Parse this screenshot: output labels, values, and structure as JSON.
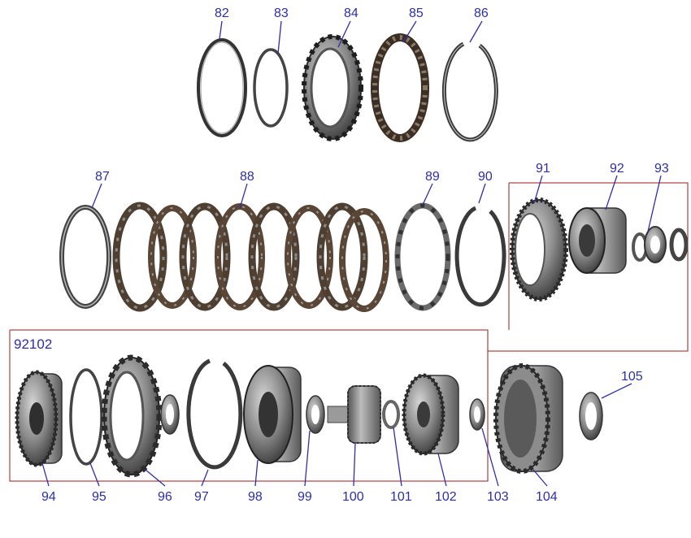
{
  "group_label": "92102",
  "colors": {
    "label": "#2e2ea6",
    "leader": "#2e2ea6",
    "frame": "#9b1b1b",
    "metal_dark": "#3c3c3c",
    "metal_light": "#9a9a9a",
    "friction": "#5a4636"
  },
  "parts": [
    {
      "label": "82",
      "name": "snap-ring"
    },
    {
      "label": "83",
      "name": "snap-ring"
    },
    {
      "label": "84",
      "name": "one-way-clutch-outer-race"
    },
    {
      "label": "85",
      "name": "one-way-clutch-sprag"
    },
    {
      "label": "86",
      "name": "snap-ring"
    },
    {
      "label": "87",
      "name": "retaining-ring"
    },
    {
      "label": "88",
      "name": "clutch-pack"
    },
    {
      "label": "89",
      "name": "clutch-plate"
    },
    {
      "label": "90",
      "name": "snap-ring"
    },
    {
      "label": "91",
      "name": "ring-gear"
    },
    {
      "label": "92",
      "name": "planetary-carrier"
    },
    {
      "label": "93",
      "name": "thrust-bearing-set"
    },
    {
      "label": "94",
      "name": "planetary-carrier"
    },
    {
      "label": "95",
      "name": "thrust-washer"
    },
    {
      "label": "96",
      "name": "one-way-clutch-assembly"
    },
    {
      "label": "97",
      "name": "snap-ring"
    },
    {
      "label": "98",
      "name": "clutch-hub"
    },
    {
      "label": "99",
      "name": "thrust-washer"
    },
    {
      "label": "100",
      "name": "sun-gear-shaft"
    },
    {
      "label": "101",
      "name": "thrust-washer"
    },
    {
      "label": "102",
      "name": "planetary-carrier"
    },
    {
      "label": "103",
      "name": "thrust-washer"
    },
    {
      "label": "104",
      "name": "clutch-drum"
    },
    {
      "label": "105",
      "name": "thrust-washer"
    }
  ]
}
